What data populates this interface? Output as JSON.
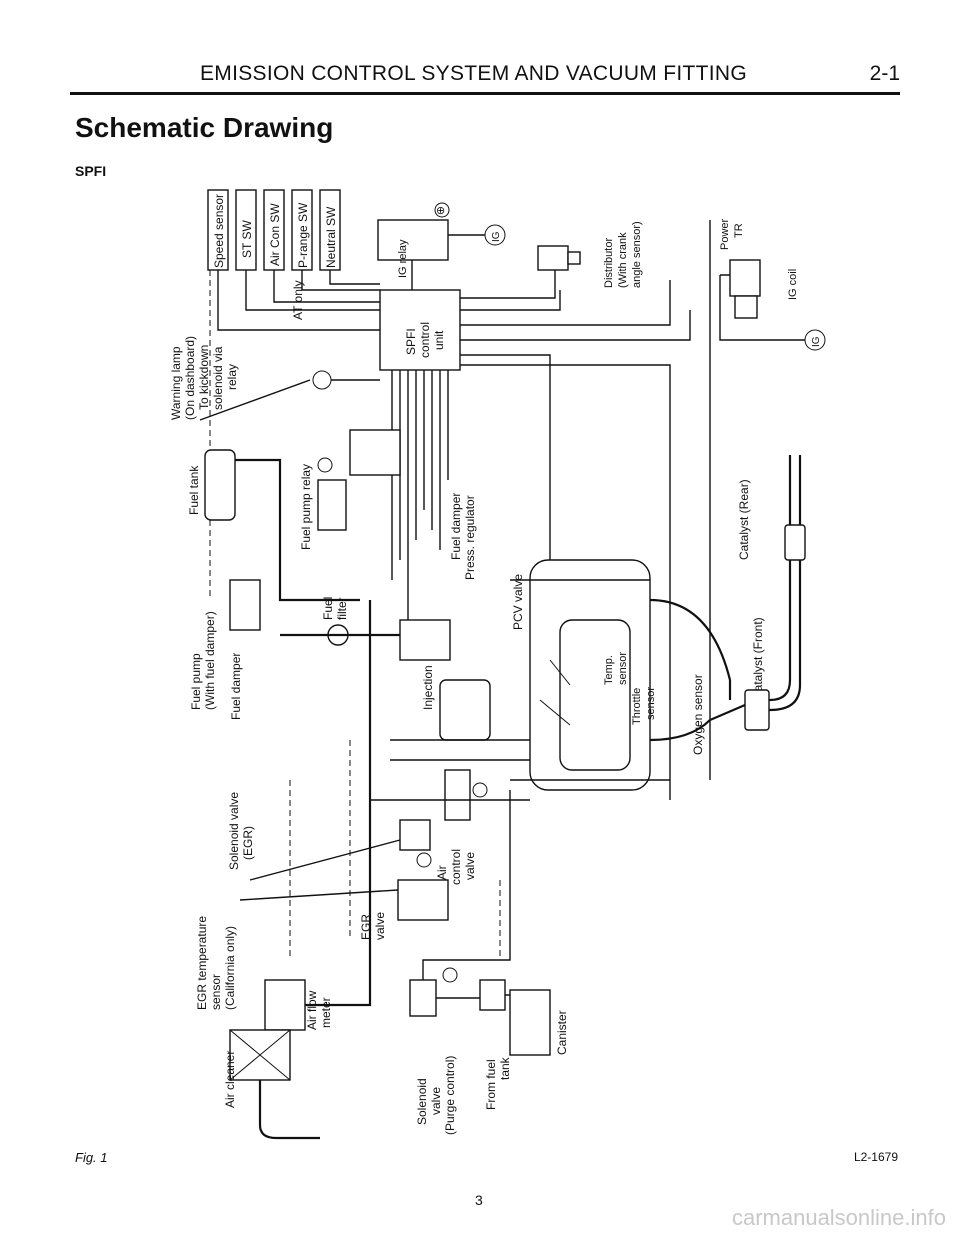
{
  "header": {
    "title": "EMISSION CONTROL SYSTEM AND VACUUM FITTING",
    "page_ref": "2-1"
  },
  "section_title": "Schematic Drawing",
  "subtitle": "SPFI",
  "labels": {
    "speed_sensor": "Speed sensor",
    "st_sw": "ST SW",
    "air_con_sw": "Air Con SW",
    "p_range_sw": "P-range SW",
    "neutral_sw": "Neutral SW",
    "at_only": "AT only",
    "ig_relay": "IG relay",
    "ig": "IG",
    "distributor": "Distributor",
    "distributor_2": "(With crank",
    "distributor_3": "angle sensor)",
    "power_tr": "Power",
    "power_tr_2": "TR",
    "ig_coil": "IG coil",
    "warning_lamp": "Warning lamp",
    "warning_lamp_2": "(On dashboard)",
    "kickdown": "To kickdown",
    "kickdown_2": "solenoid via",
    "kickdown_3": "relay",
    "spfi_unit": "SPFI",
    "spfi_unit_2": "control",
    "spfi_unit_3": "unit",
    "fuel_tank": "Fuel tank",
    "fuel_pump_relay": "Fuel pump relay",
    "fuel_damper_press": "Fuel damper",
    "press_regulator": "Press. regulator",
    "catalyst_rear": "Catalyst (Rear)",
    "fuel_filter": "Fuel",
    "fuel_filter_2": "filter",
    "pcv_valve": "PCV valve",
    "fuel_pump": "Fuel pump",
    "fuel_pump_2": "(With fuel damper)",
    "fuel_damper": "Fuel damper",
    "injection": "Injection",
    "temp_sensor": "Temp.",
    "temp_sensor_2": "sensor",
    "throttle_sensor": "Throttle",
    "throttle_sensor_2": "sensor",
    "oxygen_sensor": "Oxygen sensor",
    "catalyst_front": "Catalyst (Front)",
    "solenoid_egr": "Solenoid valve",
    "solenoid_egr_2": "(EGR)",
    "air_control": "Air",
    "air_control_2": "control",
    "air_control_3": "valve",
    "egr_temp": "EGR temperature",
    "egr_temp_2": "sensor",
    "egr_temp_3": "(California only)",
    "egr_valve": "EGR",
    "egr_valve_2": "valve",
    "air_flow": "Air flow",
    "air_flow_2": "meter",
    "air_cleaner": "Air cleaner",
    "solenoid_purge": "Solenoid",
    "solenoid_purge_2": "valve",
    "solenoid_purge_3": "(Purge control)",
    "from_fuel_tank": "From fuel",
    "from_fuel_tank_2": "tank",
    "canister": "Canister",
    "plus": "⊕"
  },
  "footer": {
    "fig": "Fig. 1",
    "ref": "L2-1679",
    "page_number": "3"
  },
  "watermark": "carmanualsonline.info"
}
